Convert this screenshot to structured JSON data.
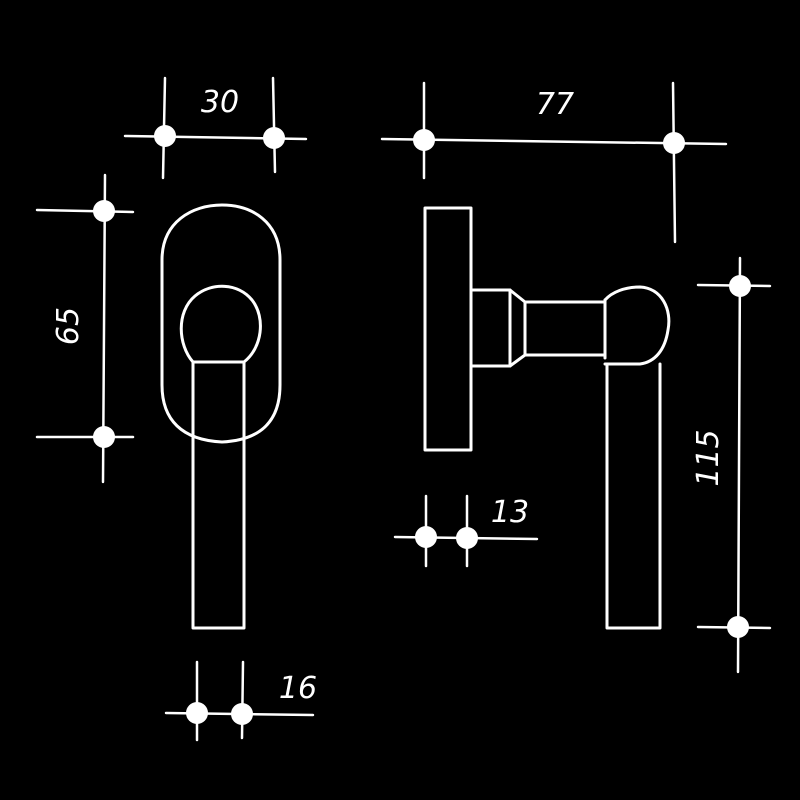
{
  "colors": {
    "background": "#000000",
    "line": "#ffffff"
  },
  "dimensions": {
    "rose_width": "30",
    "rose_height": "65",
    "handle_width": "16",
    "projection": "77",
    "rose_thickness": "13",
    "handle_length": "115"
  }
}
